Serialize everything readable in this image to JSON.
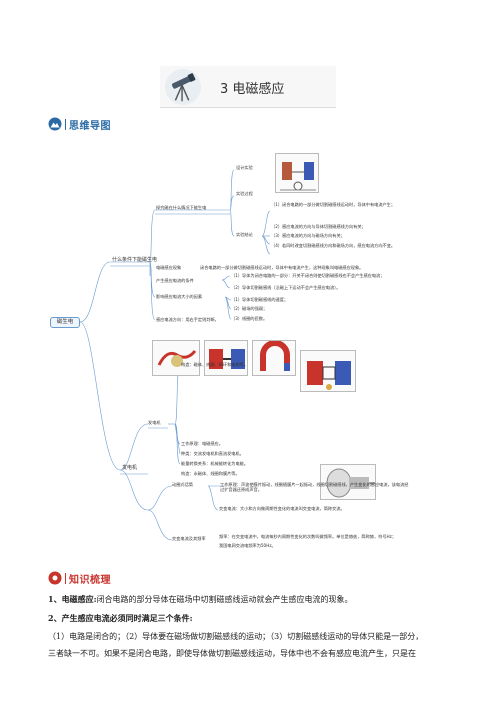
{
  "header": {
    "title": "3 电磁感应"
  },
  "mindmap_heading": "思维导图",
  "knowledge_heading": "知识梳理",
  "mindmap": {
    "root": "磁生电",
    "b1": "什么条件下能磁生电",
    "b1_1": "探究磁在什么情况下能生电",
    "design": "设计实验",
    "process": "实验过程",
    "conclusion": "实验结论",
    "c1": "（1）闭合电路的一部分做切割磁感线运动时，导体中有电流产生；",
    "c2": "（2）感应电流的方向与导体切割磁感线方向有关；",
    "c3": "（3）感应电流的方向与磁场方向有关；",
    "c4": "（4）若同时改变切割磁感线方向和磁场方向，感应电流方向不变。",
    "phenomenon_label": "电磁感应现象",
    "phenomenon_text": "闭合电路的一部分做切割磁感线运动时，导体中有电流产生，这种现象叫电磁感应现象。",
    "cond_label": "产生感应电流的条件",
    "cond1": "（1）导体为闭合电路的一部分：开关不闭合则使切割磁感线也不会产生感应电流；",
    "cond2": "（2）导体切割磁感线（沿磁上下运动不会产生感应电流）。",
    "size_label": "影响感应电流大小的因素",
    "s1": "（1）导体切割磁感线的速度；",
    "s2": "（2）磁场的强弱；",
    "s3": "（3）线圈的匝数。",
    "dir_label": "感应电流方向：用右手定则判断。",
    "b2": "发电机",
    "gen1": "发电机",
    "gen1_struct": "构造：磁体、线圈、铜环和电刷等。",
    "gen1_principle": "工作原理：电磁感应。",
    "gen1_type": "种类：交流发电机和直流发电机。",
    "gen1_energy": "能量转换关系：机械能转化为电能。",
    "mic": "动圈式话筒",
    "mic_struct": "构造：永磁体、线圈和膜片等。",
    "mic_work": "工作原理：声波使膜片振动，线圈随膜片一起振动，线圈切割磁感线，产生变化的感应电流，该电流经过扩音器还原成声音。",
    "ac": "交变电流及其频率",
    "ac1": "交变电流：大小和方向做周期性变化的电流叫交变电流，简称交流。",
    "ac2": "频率：在交变电流中，电流每秒内周期性变化的次数叫做频率。单位是赫兹，简称赫，符号Hz；",
    "ac3": "我国电网交流电频率为50Hz。"
  },
  "body": {
    "p1_bold": "1、电磁感应:",
    "p1_text": "闭合电路的部分导体在磁场中切割磁感线运动就会产生感应电流的现象。",
    "p2_bold": "2、产生感应电流必须同时满足三个条件:",
    "p3a": "（1）电路是闭合的；（2）导体要在磁场做切割磁感线的运动；（3）切割磁感线运动的导体只能是一部分，",
    "p3b": "三者缺一不可。如果不是闭合电路，即使导体做切割磁感线运动，导体中也不会有感应电流产生，只是在"
  },
  "colors": {
    "blue": "#2a6aa5",
    "red": "#c8332c",
    "node": "#6a9bd0"
  }
}
